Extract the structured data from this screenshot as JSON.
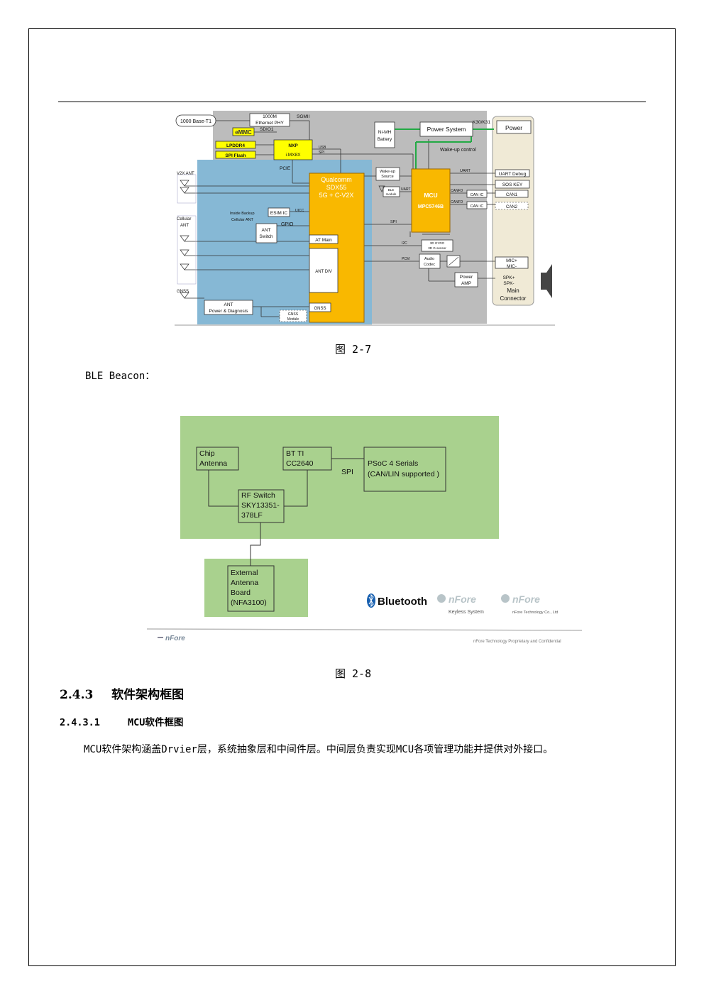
{
  "figure1": {
    "caption": "图 2-7",
    "labels": {
      "base_t1": "1000 Base-T1",
      "eth_phy_1": "1000M",
      "eth_phy_2": "Ethernet PHY",
      "sgmii": "SGMII",
      "emmc": "eMMC",
      "sdio1": "SDIO1",
      "lpddr4": "LPDDR4",
      "spi_flash": "SPI Flash",
      "nxp": "NXP",
      "imx8x": "i.MX8X",
      "usb": "USB",
      "spi_small": "SPI",
      "nimh_1": "Ni-MH",
      "nimh_2": "Battery",
      "power_system": "Power System",
      "k30": "K30/K31",
      "power": "Power",
      "wake_up_control": "Wake-up control",
      "pcie": "PCIE",
      "v2x_ant": "V2X ANT",
      "qualcomm": "Qualcomm",
      "sdx55": "SDX55",
      "g5v2x": "5G + C-V2X",
      "wake_src_1": "Wake-up",
      "wake_src_2": "Source",
      "uart": "UART",
      "uart_debug": "UART Debug",
      "sos_key": "SOS KEY",
      "ble_1": "BLE",
      "ble_2": "module",
      "uart_small": "UART",
      "mcu": "MCU",
      "mpc": "MPC5746B",
      "canfd1": "CANFD",
      "canfd2": "CANFD",
      "can_ic1": "CAN IC",
      "can_ic2": "CAN IC",
      "can1": "CAN1",
      "can2": "CAN2",
      "cellular_1": "Cellular",
      "cellular_2": "ANT",
      "inside_backup_1": "Inside Backup",
      "inside_backup_2": "Cellular ANT",
      "esim": "ESIM IC",
      "uicc": "UICC",
      "gpio": "GPIO",
      "ant_switch_1": "ANT",
      "ant_switch_2": "Switch",
      "spi_mid": "SPI",
      "at_main": "AT Main",
      "i2c": "I2C",
      "gyro_1": "3D GYRO",
      "gyro_2": "3D G-sensor",
      "pcm": "PCM",
      "audio_1": "Audio",
      "audio_2": "Codec",
      "mic_1": "MIC+",
      "mic_2": "MIC-",
      "ant_div": "ANT DIV",
      "power_amp_1": "Power",
      "power_amp_2": "AMP",
      "spk_1": "SPK+",
      "spk_2": "SPK-",
      "main_conn_1": "Main",
      "main_conn_2": "Connector",
      "gnss_label": "GNSS",
      "ant_pd_1": "ANT",
      "ant_pd_2": "Power & Diagnosis",
      "gnss_box": "GNSS",
      "gnss_mod_1": "GNSS",
      "gnss_mod_2": "Module"
    }
  },
  "ble_intro": "BLE Beacon：",
  "figure2": {
    "caption": "图 2-8",
    "labels": {
      "chip_1": "Chip",
      "chip_2": "Antenna",
      "bt_1": "BT TI",
      "bt_2": "CC2640",
      "psoc_1": "PSoC 4 Serials",
      "psoc_2": "(CAN/LIN supported )",
      "spi": "SPI",
      "rf_1": "RF Switch",
      "rf_2": "SKY13351-",
      "rf_3": "378LF",
      "ext_1": "External",
      "ext_2": "Antenna",
      "ext_3": "Board",
      "ext_4": "(NFA3100)",
      "bluetooth": "Bluetooth",
      "nfore_1": "nFore",
      "keyless": "Keyless System",
      "nfore_2": "nFore",
      "nfore_tech": "nFore Technology Co., Ltd",
      "footer_logo": "nFore",
      "confidential": "nFore Technology Proprietary and Confidential"
    }
  },
  "section": {
    "number": "2.4.3",
    "title": "软件架构框图"
  },
  "subsection": {
    "number": "2.4.3.1",
    "title": "MCU软件框图"
  },
  "paragraph": "MCU软件架构涵盖Drvier层，系统抽象层和中间件层。中间层负责实现MCU各项管理功能并提供对外接口。"
}
